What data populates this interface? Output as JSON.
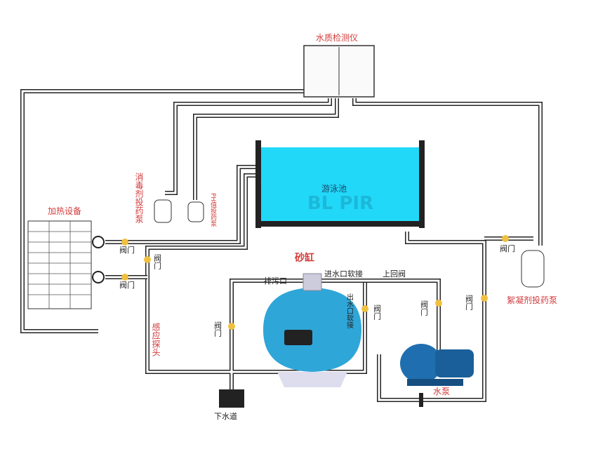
{
  "labels": {
    "water_tester": "水质检测仪",
    "pool": "游泳池",
    "pool_watermark": "BL PIR",
    "disinfectant_pump": "消毒剂投药泵",
    "ph_pump": "PH值投药泵",
    "heater": "加热设备",
    "valve": "阀门",
    "sensor_probe": "感应探头",
    "sand_filter": "砂缸",
    "drain_outlet": "排污口",
    "inlet_hose": "进水口软接",
    "upper_return_valve": "上回阀",
    "outlet_hose": "出水口软接",
    "pump": "水泵",
    "sewer": "下水道",
    "flocculant_pump": "絮凝剂投药泵"
  },
  "colors": {
    "water": "#22d8f8",
    "label": "#d23a3a",
    "tank": "#2fa6d8"
  }
}
